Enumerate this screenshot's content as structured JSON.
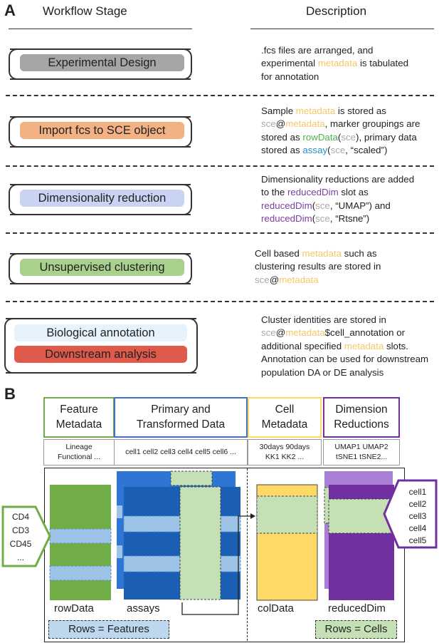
{
  "panel_a": {
    "letter": "A",
    "col_stage": "Workflow Stage",
    "col_desc": "Description",
    "stages": [
      {
        "label": "Experimental Design",
        "color": "#a6a6a6"
      },
      {
        "label": "Import fcs to SCE object",
        "color": "#f4b183"
      },
      {
        "label": "Dimensionality reduction",
        "color": "#c9d4f5"
      },
      {
        "label": "Unsupervised clustering",
        "color": "#a9d18e"
      },
      {
        "label": "Biological annotation",
        "color": "#e6f2fc"
      },
      {
        "label": "Downstream analysis",
        "color": "#e05a4b"
      }
    ],
    "desc1": {
      "l1": ".fcs files are arranged, and",
      "l2a": "experimental ",
      "l2b": "metadata",
      "l2c": " is tabulated",
      "l3": "for annotation"
    },
    "desc2": {
      "l1a": "Sample ",
      "l1b": "metadata",
      "l1c": " is stored as",
      "l2a": "sce",
      "l2b": "@",
      "l2c": "metadata",
      "l2d": ", marker groupings are",
      "l3a": "stored as ",
      "l3b": "rowData",
      "l3c": "(",
      "l3d": "sce",
      "l3e": "), primary data",
      "l4a": "stored as ",
      "l4b": "assay",
      "l4c": "(",
      "l4d": "sce",
      "l4e": ", “scaled”)"
    },
    "desc3": {
      "l1": "Dimensionality reductions are added",
      "l2a": "to the ",
      "l2b": "reducedDim",
      "l2c": " slot as",
      "l3a": "reducedDim",
      "l3b": "(",
      "l3c": "sce",
      "l3d": ", “UMAP”) and",
      "l4a": "reducedDim",
      "l4b": "(",
      "l4c": "sce",
      "l4d": ", “Rtsne”)"
    },
    "desc4": {
      "l1a": "Cell based ",
      "l1b": "metadata",
      "l1c": " such as",
      "l2": "clustering results are stored in",
      "l3a": "sce",
      "l3b": "@",
      "l3c": "metadata"
    },
    "desc5": {
      "l1": "Cluster identities are stored in",
      "l2a": "sce",
      "l2b": "@",
      "l2c": "metadata",
      "l2d": "$cell_annotation or",
      "l3a": "additional specified ",
      "l3b": "metadata",
      "l3c": " slots.",
      "l4": "Annotation can be used for downstream",
      "l5": "population DA or DE analysis"
    }
  },
  "panel_b": {
    "letter": "B",
    "headers": [
      {
        "l1": "Feature",
        "l2": "Metadata",
        "color": "#70ad47"
      },
      {
        "l1": "Primary and",
        "l2": "Transformed Data",
        "color": "#4472c4"
      },
      {
        "l1": "Cell",
        "l2": "Metadata",
        "color": "#ffd966"
      },
      {
        "l1": "Dimension",
        "l2": "Reductions",
        "color": "#7030a0"
      }
    ],
    "sub_feature": {
      "l1": "Lineage",
      "l2": "Functional ..."
    },
    "sub_primary": {
      "l1": "cell1 cell2 cell3 cell4 cell5 cell6 ..."
    },
    "sub_cell": {
      "l1": "30days 90days",
      "l2": "KK1 KK2 ..."
    },
    "sub_dim": {
      "l1": "UMAP1 UMAP2",
      "l2": "tSNE1 tSNE2..."
    },
    "markers": [
      "CD4",
      "CD3",
      "CD45",
      "..."
    ],
    "cells": [
      "cell1",
      "cell2",
      "cell3",
      "cell4",
      "cell5"
    ],
    "labels": {
      "rowdata": "rowData",
      "assays": "assays",
      "coldata": "colData",
      "reduceddim": "reducedDim"
    },
    "legend_rows": "Rows = Features",
    "legend_cells": "Rows = Cells"
  }
}
